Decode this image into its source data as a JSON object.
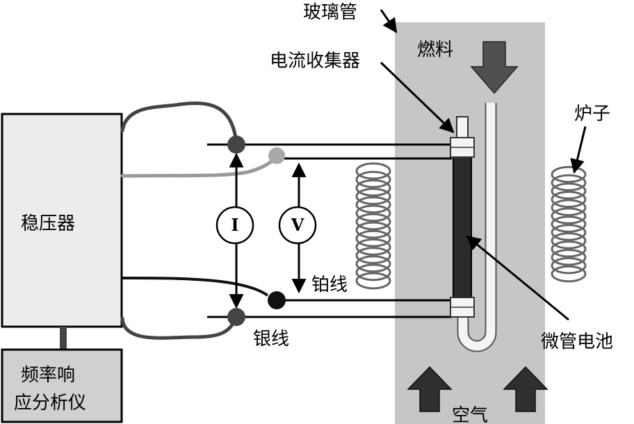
{
  "labels": {
    "glass_tube": "玻璃管",
    "fuel": "燃料",
    "current_collector": "电流收集器",
    "furnace": "炉子",
    "potentiostat": "稳压器",
    "platinum_wire": "铂线",
    "silver_wire": "银线",
    "microtube_cell": "微管电池",
    "fra_line1": "频率响",
    "fra_line2": "应分析仪",
    "air": "空气"
  },
  "meters": {
    "current": "I",
    "voltage": "V"
  },
  "colors": {
    "glass_tube_fill": "#c6c6c6",
    "arrow_fill": "#505050",
    "cell_fill": "#2a2a2a",
    "box_fill": "#ececec",
    "box_fill_small": "#d0d0d0",
    "dark_wire": "#444444",
    "light_wire": "#999999",
    "coil": "#666666"
  }
}
